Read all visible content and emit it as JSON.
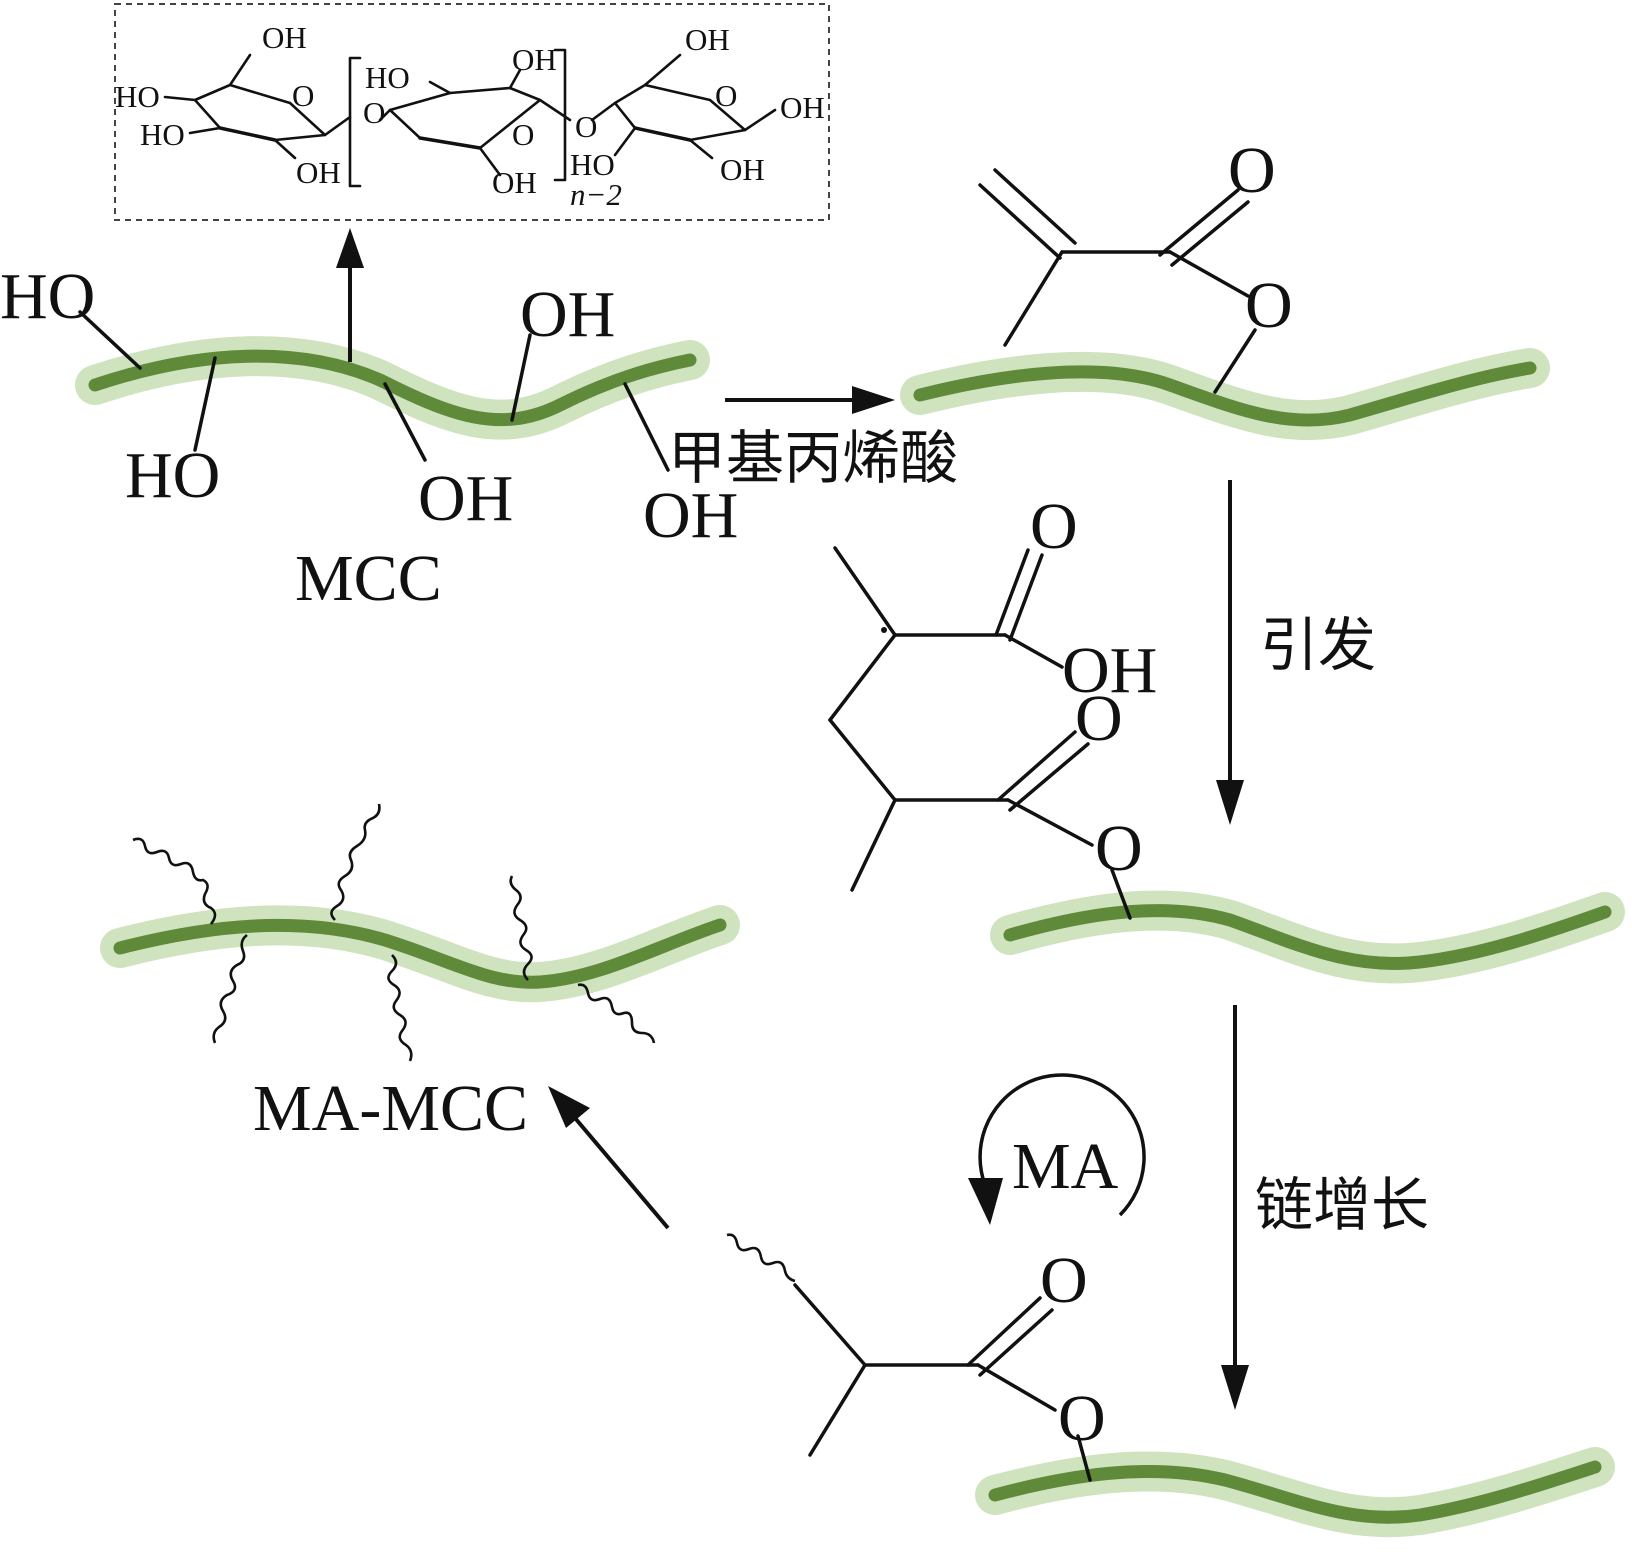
{
  "colors": {
    "chain_core": "#5e8a3a",
    "chain_glow": "#cfe3bf",
    "ink": "#111111"
  },
  "icons": [
    "arrow-right-icon",
    "arrow-up-icon",
    "arrow-down-icon",
    "arrow-up-left-icon",
    "cycle-arrow-icon"
  ],
  "structure_labels": {
    "oh": "OH",
    "ho": "HO",
    "o": "O",
    "n_minus_2": "n−2"
  },
  "mcc": {
    "label": "MCC",
    "ho_a": "HO",
    "ho_b": "HO",
    "oh_a": "OH",
    "oh_b": "OH",
    "oh_c": "OH"
  },
  "steps": {
    "methacrylic_acid": "甲基丙烯酸",
    "initiation": "引发",
    "chain_growth": "链增长",
    "monomer": "MA"
  },
  "monomer_labels": {
    "o_top": "O",
    "o_ring": "O",
    "o_acid": "O",
    "oh_acid": "OH",
    "o_ester": "O",
    "o_link": "O",
    "o_grow": "O",
    "o_grow_link": "O"
  },
  "product": {
    "label": "MA-MCC"
  }
}
